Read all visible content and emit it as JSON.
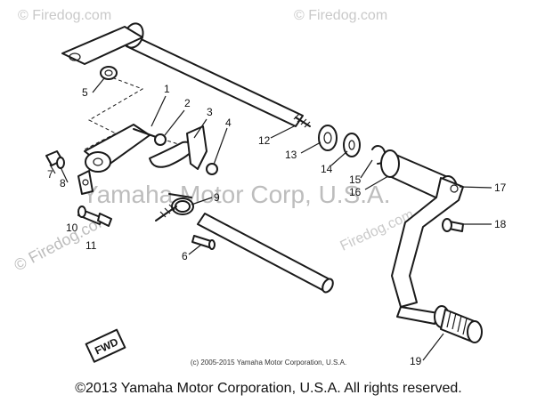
{
  "watermarks": {
    "center": "Yamaha Motor Corp, U.S.A.",
    "left_vertical": "© Firedog.com",
    "firedog": "Firedog.com",
    "corner": "© Firedog.com"
  },
  "credit_line": "(c) 2005-2015 Yamaha Motor Corporation, U.S.A.",
  "copyright": "©2013 Yamaha Motor Corporation, U.S.A. All rights reserved.",
  "stamp_text": "FWD",
  "callouts": [
    "1",
    "2",
    "3",
    "4",
    "5",
    "6",
    "7",
    "8",
    "9",
    "10",
    "11",
    "12",
    "13",
    "14",
    "15",
    "16",
    "17",
    "18",
    "19"
  ]
}
